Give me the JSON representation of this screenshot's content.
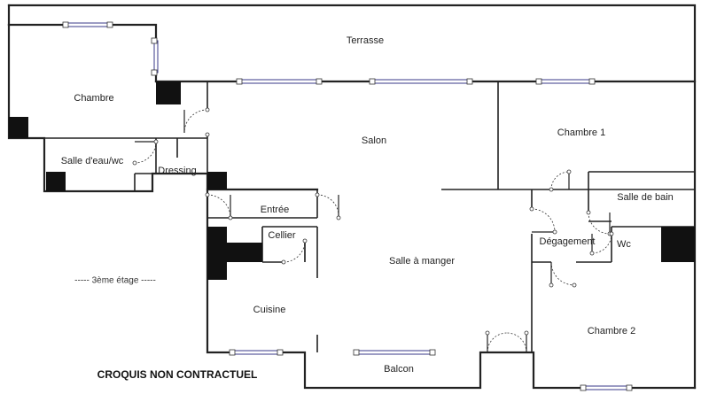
{
  "rooms": {
    "terrasse": "Terrasse",
    "chambre": "Chambre",
    "salle_eau": "Salle d'eau/wc",
    "dressing": "Dressing",
    "salon": "Salon",
    "chambre1": "Chambre 1",
    "salle_bain": "Salle de bain",
    "entree": "Entrée",
    "cellier": "Cellier",
    "degagement": "Dégagement",
    "wc": "Wc",
    "salle_manger": "Salle à manger",
    "cuisine": "Cuisine",
    "chambre2": "Chambre 2",
    "balcon": "Balcon"
  },
  "floor_note": "----- 3ème étage -----",
  "disclaimer": "CROQUIS NON CONTRACTUEL"
}
